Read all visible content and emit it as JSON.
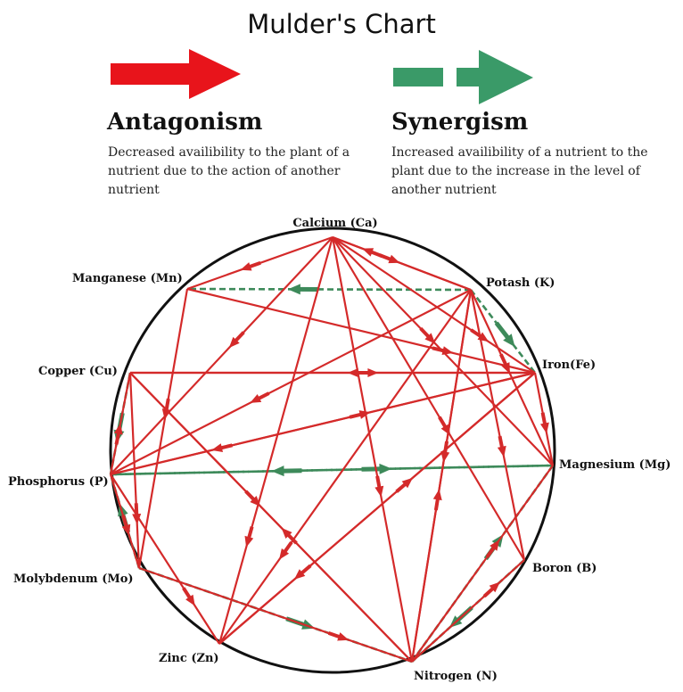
{
  "title": "Mulder's Chart",
  "legend": {
    "antagonism": {
      "heading": "Antagonism",
      "description": "Decreased availibility to the plant of a nutrient due to the action of another nutrient",
      "color": "#e8141b"
    },
    "synergism": {
      "heading": "Synergism",
      "description": "Increased availibility of a nutrient to the plant due to the increase in the level of another nutrient",
      "color": "#3a9a68"
    }
  },
  "colors": {
    "antagonism_line": "#d42a2a",
    "synergism_line": "#3d8a5a",
    "circle": "#111111"
  },
  "nodes": [
    {
      "id": "ca",
      "label": "Calcium (Ca)"
    },
    {
      "id": "k",
      "label": "Potash (K)"
    },
    {
      "id": "fe",
      "label": "Iron(Fe)"
    },
    {
      "id": "mg",
      "label": "Magnesium (Mg)"
    },
    {
      "id": "b",
      "label": "Boron (B)"
    },
    {
      "id": "n",
      "label": "Nitrogen (N)"
    },
    {
      "id": "zn",
      "label": "Zinc (Zn)"
    },
    {
      "id": "mo",
      "label": "Molybdenum (Mo)"
    },
    {
      "id": "p",
      "label": "Phosphorus (P)"
    },
    {
      "id": "cu",
      "label": "Copper (Cu)"
    },
    {
      "id": "mn",
      "label": "Manganese (Mn)"
    }
  ],
  "antagonism": [
    [
      "ca",
      "k"
    ],
    [
      "ca",
      "mn"
    ],
    [
      "ca",
      "fe"
    ],
    [
      "ca",
      "mg"
    ],
    [
      "ca",
      "b"
    ],
    [
      "ca",
      "zn"
    ],
    [
      "ca",
      "p"
    ],
    [
      "ca",
      "n"
    ],
    [
      "k",
      "ca"
    ],
    [
      "k",
      "mg"
    ],
    [
      "k",
      "b"
    ],
    [
      "k",
      "zn"
    ],
    [
      "k",
      "n"
    ],
    [
      "k",
      "p"
    ],
    [
      "mn",
      "fe"
    ],
    [
      "mn",
      "mo"
    ],
    [
      "cu",
      "fe"
    ],
    [
      "cu",
      "mo"
    ],
    [
      "cu",
      "n"
    ],
    [
      "p",
      "fe"
    ],
    [
      "p",
      "zn"
    ],
    [
      "p",
      "cu"
    ],
    [
      "p",
      "mo"
    ],
    [
      "fe",
      "p"
    ],
    [
      "fe",
      "cu"
    ],
    [
      "fe",
      "mg"
    ],
    [
      "fe",
      "zn"
    ],
    [
      "n",
      "k"
    ],
    [
      "n",
      "mg"
    ],
    [
      "n",
      "b"
    ],
    [
      "n",
      "cu"
    ],
    [
      "zn",
      "fe"
    ],
    [
      "mo",
      "n"
    ]
  ],
  "synergism": [
    [
      "k",
      "mn"
    ],
    [
      "k",
      "fe"
    ],
    [
      "mg",
      "p"
    ],
    [
      "p",
      "mg"
    ],
    [
      "mo",
      "p"
    ],
    [
      "mo",
      "n"
    ],
    [
      "n",
      "mg"
    ],
    [
      "b",
      "n"
    ],
    [
      "cu",
      "p"
    ]
  ]
}
